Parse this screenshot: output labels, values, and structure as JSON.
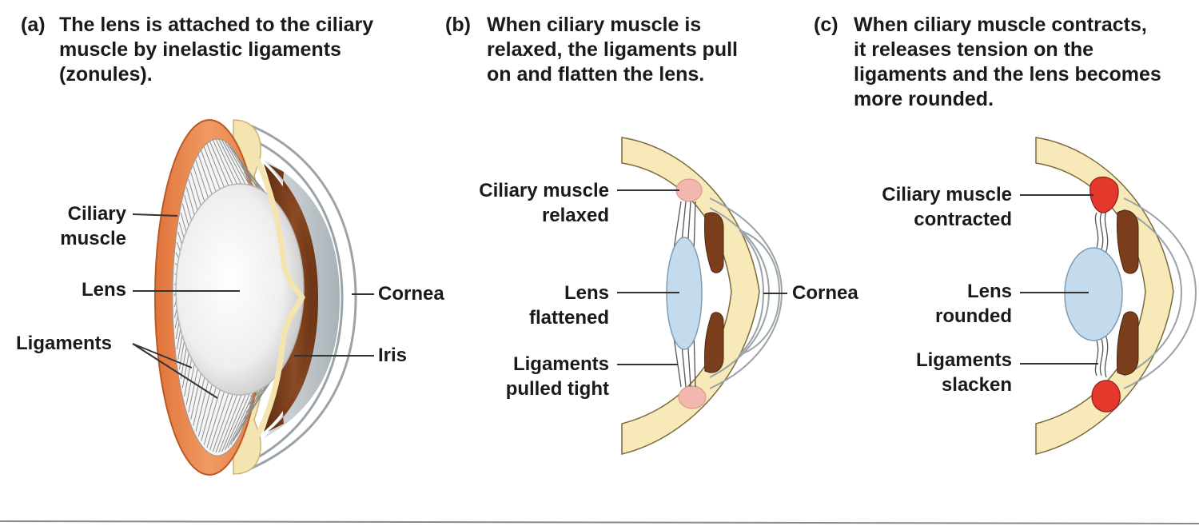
{
  "panels": {
    "a": {
      "tag": "(a)",
      "heading": [
        "The lens is attached to the ciliary",
        "muscle by inelastic ligaments",
        "(zonules)."
      ],
      "labels": {
        "ciliary_muscle": [
          "Ciliary",
          "muscle"
        ],
        "lens": [
          "Lens"
        ],
        "ligaments": [
          "Ligaments"
        ],
        "cornea": [
          "Cornea"
        ],
        "iris": [
          "Iris"
        ]
      }
    },
    "b": {
      "tag": "(b)",
      "heading": [
        "When ciliary muscle is",
        "relaxed, the ligaments pull",
        "on and flatten the lens."
      ],
      "labels": {
        "ciliary_muscle": [
          "Ciliary muscle",
          "relaxed"
        ],
        "lens": [
          "Lens",
          "flattened"
        ],
        "ligaments": [
          "Ligaments",
          "pulled tight"
        ],
        "cornea": [
          "Cornea"
        ]
      }
    },
    "c": {
      "tag": "(c)",
      "heading": [
        "When ciliary muscle contracts,",
        "it releases tension on the",
        "ligaments and the lens becomes",
        "more rounded."
      ],
      "labels": {
        "ciliary_muscle": [
          "Ciliary muscle",
          "contracted"
        ],
        "lens": [
          "Lens",
          "rounded"
        ],
        "ligaments": [
          "Ligaments",
          "slacken"
        ]
      }
    }
  },
  "colors": {
    "sclera": "#f8eab8",
    "ciliary_orange": "#e8844c",
    "lens_white": "#eeeeee",
    "iris_brown": "#7a3e1c",
    "lens_blue": "#c4dbee",
    "muscle_relaxed": "#f2b8b0",
    "muscle_contracted": "#e5382c",
    "leader": "#333333"
  }
}
